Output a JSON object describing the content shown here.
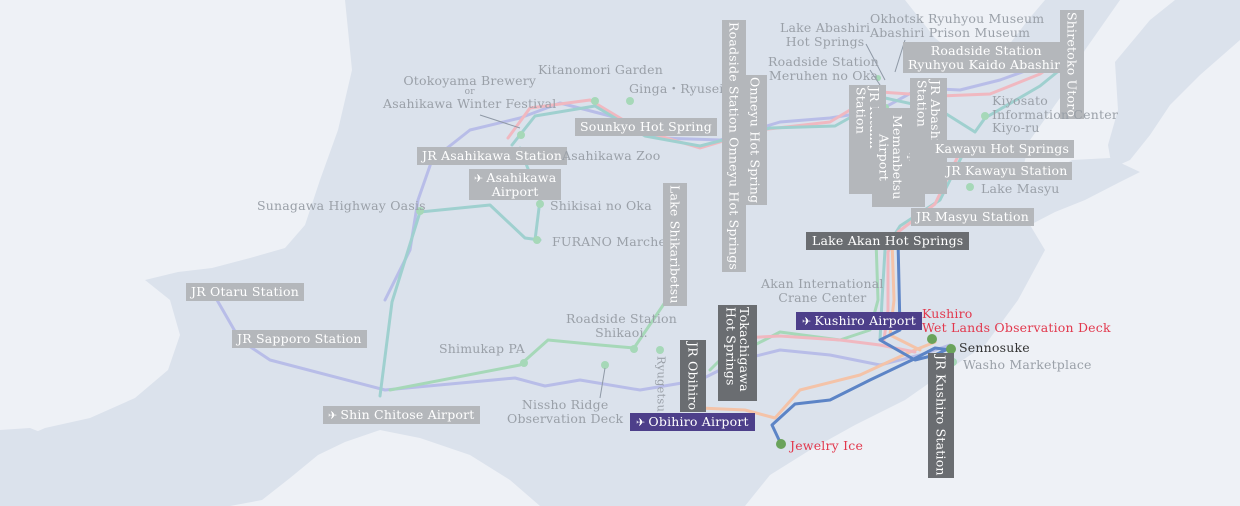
{
  "colors": {
    "sea": "#eef1f6",
    "land": "#dbe2ec",
    "route_pink": "#f0b8c0",
    "route_teal": "#9fd0cf",
    "route_lavender": "#b8bde8",
    "route_blue": "#5c84c6",
    "route_peach": "#f4c3a8",
    "route_green": "#a6d8b8",
    "label_box": "#b4b7bb",
    "label_dark": "#6a6d71",
    "airport": "#4d3f8a",
    "highlight": "#e2384d",
    "point_green": "#6aa35b"
  },
  "labels": {
    "otokoyama": "Otokoyama Brewery",
    "or": "or",
    "winter_festival": "Asahikawa Winter Festival",
    "kitanomori": "Kitanomori Garden",
    "ginga": "Ginga・Ryusei Falls",
    "sounkyo": "Sounkyo Hot Spring",
    "asahikawa_station": "JR Asahikawa Station",
    "asahikawa_zoo": "Asahikawa Zoo",
    "asahikawa_airport_1": "Asahikawa",
    "asahikawa_airport_2": "Airport",
    "sunagawa": "Sunagawa Highway Oasis",
    "shikisai": "Shikisai no Oka",
    "furano": "FURANO Marche",
    "otaru": "JR Otaru Station",
    "sapporo": "JR Sapporo Station",
    "shin_chitose": "Shin Chitose Airport",
    "shimukap": "Shimukap PA",
    "shikaoi_1": "Roadside Station",
    "shikaoi_2": "Shikaoi.",
    "nissho_1": "Nissho Ridge",
    "nissho_2": "Observation Deck",
    "ryugetsu": "Ryugetsu",
    "shikaribetsu": "Lake Shikaribetsu",
    "obihiro": "JR Obihiro",
    "tokachigawa": "Tokachigawa Hot Springs",
    "obihiro_airport": "Obihiro Airport",
    "jewelry_ice": "Jewelry Ice",
    "onneyu_station": "Roadside Station Onneyu Hot Springs",
    "onneyu": "Onneyu Hot Spring",
    "abashiri_lake_1": "Lake Abashiri",
    "abashiri_lake_2": "Hot Springs",
    "okhotsk_museum": "Okhotsk Ryuhyou Museum",
    "abashiri_prison": "Abashiri Prison Museum",
    "meruhen_1": "Roadside Station",
    "meruhen_2": "Meruhen no Oka",
    "ryuhyou_road_1": "Roadside Station",
    "ryuhyou_road_2": "Ryuhyou Kaido Abashiri",
    "shiretoko": "Shiretoko Utoro",
    "kiyosato_1": "Kiyosato",
    "kiyosato_2": "Information Center",
    "kiyosato_3": "Kiyo-ru",
    "jr_kitami": "JR Kitami Station",
    "memanbetsu": "Memanbetsu Airport",
    "jr_abashiri": "JR Abashiri Station",
    "kawayu_hot": "Kawayu Hot Springs",
    "kawayu_station": "JR Kawayu Station",
    "lake_masyu": "Lake Masyu",
    "masyu_station": "JR Masyu Station",
    "lake_akan": "Lake Akan Hot Springs",
    "akan_crane_1": "Akan International",
    "akan_crane_2": "Crane Center",
    "kushiro_airport": "Kushiro Airport",
    "kushiro_wetlands_1": "Kushiro",
    "kushiro_wetlands_2": "Wet Lands Observation Deck",
    "sennosuke": "Sennosuke",
    "washo": "Washo Marketplace",
    "kushiro_station": "JR Kushiro Station"
  },
  "icons": {
    "airport": "airplane-icon"
  }
}
